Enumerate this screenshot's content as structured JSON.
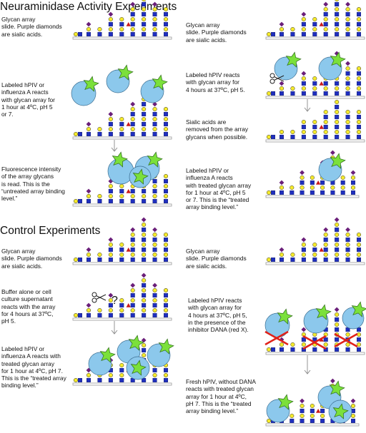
{
  "sections": {
    "neuraminidase_title": "Neuraminidase Activity Experiments",
    "control_title": "Control Experiments"
  },
  "captions": {
    "n_left_1": "Glycan array\nslide.  Purple diamonds\nare sialic acids.",
    "n_left_2": "Labeled hPIV or\ninfluenza A reacts\nwith glycan array for\n1 hour at 4ºC, pH 5\nor 7.",
    "n_left_3": "Fluorescence intensity\nof the array glycans\nis read.  This is the\n“untreated array binding\nlevel.”",
    "n_right_1": "Glycan array\nslide.  Purple diamonds\nare sialic acids.",
    "n_right_2": "Labeled hPIV reacts\nwith glycan array for\n4 hours at 37ºC, pH 5.",
    "n_right_3": "Sialic acids are\nremoved from the array\nglycans when possible.",
    "n_right_4": "Labeled hPIV or\ninfluenza A reacts\nwith treated glycan array\nfor 1 hour at 4ºC, pH 5\nor 7.  This is the “treated\narray binding level.”",
    "c_left_1": "Glycan array\nslide.  Purple diamonds\nare sialic acids.",
    "c_left_2": "Buffer alone or cell\nculture supernatant\nreacts with the array\nfor 4 hours at 37ºC,\npH 5.",
    "c_left_3": "Labeled hPIV or\ninfluenza A reacts with\ntreated glycan array\nfor 1 hour at 4ºC, pH 7.\nThis is the “treated array\nbinding level.”",
    "c_right_1": "Glycan array\nslide.  Purple diamonds\nare sialic acids.",
    "c_right_2": "Labeled hPIV reacts\nwith glycan array for\n4 hours at 37ºC, pH 5,\nin the presence of the\ninhibitor DANA (red X).",
    "c_right_3": "Fresh hPIV, without DANA\nreacts with treated glycan\narray for 1 hour at 4ºC,\npH 7.  This is the “treated\narray binding level.”"
  },
  "symbols": {
    "question_mark": "?"
  },
  "colors": {
    "sialic_acid": "#6b1f7a",
    "galactose": "#f5ea2b",
    "glcnac": "#1f2fbf",
    "fucose": "#cc1a1a",
    "virus_body": "#8cc8ec",
    "virus_star": "#7be03b",
    "dana_x": "#e0221a",
    "slide": "#999999"
  },
  "icons": [
    "glycan-array-slide",
    "virus-particle",
    "scissors-icon",
    "arrow-down-icon",
    "inhibitor-x-icon"
  ]
}
